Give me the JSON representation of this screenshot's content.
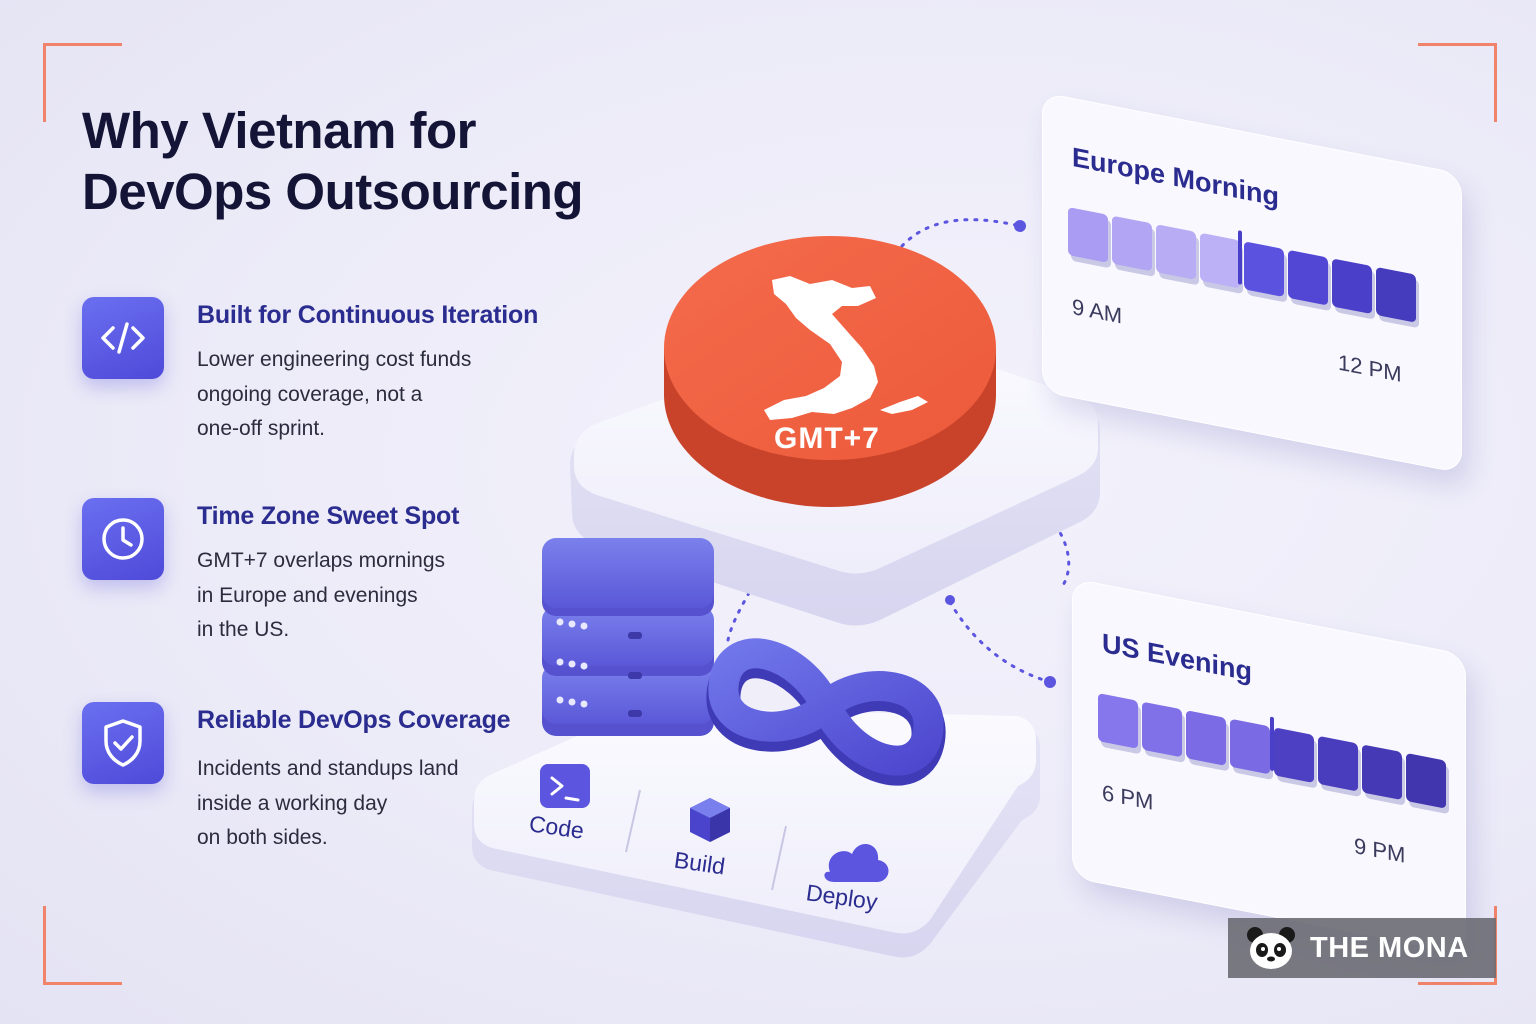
{
  "title": {
    "line1": "Why Vietnam for",
    "line2": "DevOps Outsourcing"
  },
  "features": [
    {
      "icon": "code-icon",
      "title": "Built for Continuous Iteration",
      "desc": [
        "Lower engineering cost funds",
        "ongoing coverage, not a",
        "one-off sprint."
      ]
    },
    {
      "icon": "clock-icon",
      "title": "Time Zone Sweet Spot",
      "desc": [
        "GMT+7 overlaps mornings",
        "in Europe and evenings",
        "in the US."
      ]
    },
    {
      "icon": "shield-check-icon",
      "title": "Reliable DevOps Coverage",
      "desc": [
        "Incidents and standups land",
        "inside a working day",
        "on both sides."
      ]
    }
  ],
  "map": {
    "label": "GMT+7",
    "icon": "vietnam-map-icon"
  },
  "europe_panel": {
    "title": "Europe Morning",
    "start": "9 AM",
    "end": "12 PM",
    "highlight_fraction": 0.5
  },
  "us_panel": {
    "title": "US Evening",
    "start": "6 PM",
    "end": "9 PM",
    "highlight_fraction": 0.5
  },
  "pipeline": {
    "steps": [
      {
        "label": "Code",
        "icon": "terminal-icon"
      },
      {
        "label": "Build",
        "icon": "cube-icon"
      },
      {
        "label": "Deploy",
        "icon": "cloud-icon"
      }
    ],
    "decor_icons": [
      "server-stack-icon",
      "infinity-icon"
    ]
  },
  "brand": {
    "name": "THE MONA",
    "icon": "panda-icon"
  },
  "colors": {
    "accent_orange": "#f0583a",
    "corner_orange": "#f0836a",
    "primary_purple": "#5b55e0",
    "dark_navy": "#141437",
    "heading_purple": "#2b2c8f",
    "bar_light": "#a99cf2",
    "bar_dark": "#4a3fc8"
  }
}
